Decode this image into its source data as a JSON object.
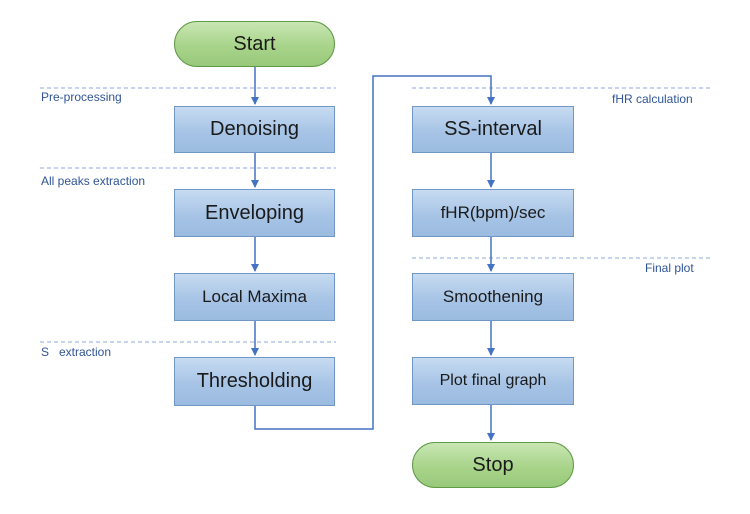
{
  "flowchart": {
    "start": "Start",
    "stop": "Stop",
    "left_column": {
      "denoising": "Denoising",
      "enveloping": "Enveloping",
      "local_maxima": "Local Maxima",
      "thresholding": "Thresholding"
    },
    "right_column": {
      "ss_interval": "SS-interval",
      "fhr_per_sec": "fHR(bpm)/sec",
      "smoothening": "Smoothening",
      "plot_final_graph": "Plot final graph"
    },
    "sections": {
      "pre_processing": "Pre-processing",
      "all_peaks_extraction": "All peaks extraction",
      "s_extraction": "S   extraction",
      "fhr_calculation": "fHR calculation",
      "final_plot": "Final plot"
    }
  },
  "colors": {
    "connector": "#4472c4",
    "divider": "#8eaadb",
    "process_fill": "#a7c4e6",
    "terminal_fill": "#a8d48a",
    "label_text": "#2f5597"
  }
}
